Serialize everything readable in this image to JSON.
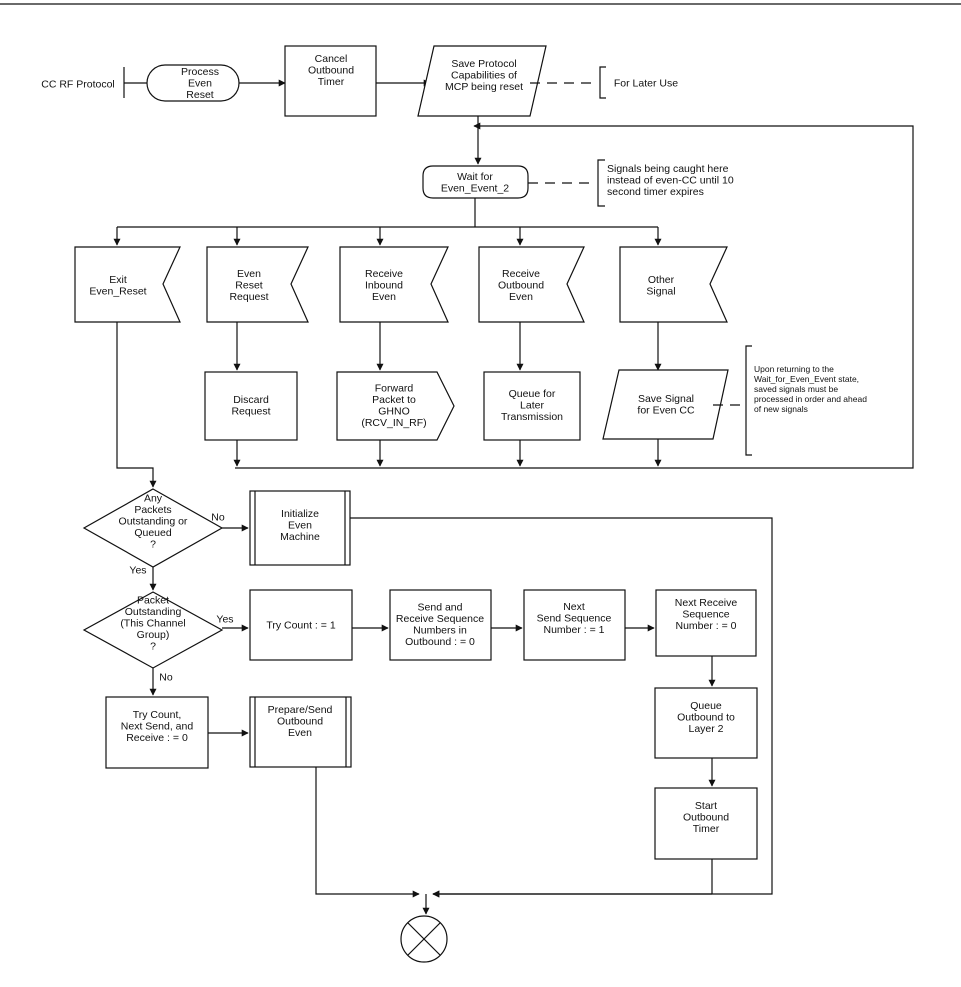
{
  "flowchart": {
    "start": {
      "entry": "CC RF Protocol",
      "process_reset": [
        "Process",
        "Even",
        "Reset"
      ],
      "cancel_timer": [
        "Cancel",
        "Outbound",
        "Timer"
      ],
      "save_capabilities": [
        "Save Protocol",
        "Capabilities of",
        "MCP being reset"
      ],
      "later_use_note": "For Later Use"
    },
    "wait_state": {
      "label": [
        "Wait for",
        "Even_Event_2"
      ],
      "note": [
        "Signals being caught here",
        "instead of even-CC until 10",
        "second timer expires"
      ]
    },
    "signals": {
      "exit": [
        "Exit",
        "Even_Reset"
      ],
      "reset_request": [
        "Even",
        "Reset",
        "Request"
      ],
      "receive_inbound": [
        "Receive",
        "Inbound",
        "Even"
      ],
      "receive_outbound": [
        "Receive",
        "Outbound",
        "Even"
      ],
      "other": [
        "Other",
        "Signal"
      ]
    },
    "handlers": {
      "discard": [
        "Discard",
        "Request"
      ],
      "forward": [
        "Forward",
        "Packet to",
        "GHNO",
        "(RCV_IN_RF)"
      ],
      "queue_later": [
        "Queue for",
        "Later",
        "Transmission"
      ],
      "save_signal": [
        "Save Signal",
        "for Even CC"
      ],
      "save_note": [
        "Upon returning to the",
        "Wait_for_Even_Event state,",
        "saved signals must be",
        "processed in order and ahead",
        "of new signals"
      ]
    },
    "decisions": {
      "any_packets": [
        "Any",
        "Packets",
        "Outstanding or",
        "Queued",
        "?"
      ],
      "packet_outstanding": [
        "Packet",
        "Outstanding",
        "(This Channel",
        "Group)",
        "?"
      ],
      "yes": "Yes",
      "no": "No"
    },
    "actions": {
      "initialize": [
        "Initialize",
        "Even",
        "Machine"
      ],
      "try_count_one": [
        "Try Count : = 1"
      ],
      "seq_numbers_zero": [
        "Send and",
        "Receive Sequence",
        "Numbers in",
        "Outbound : = 0"
      ],
      "next_send_one": [
        "Next",
        "Send Sequence",
        "Number : = 1"
      ],
      "next_receive_zero": [
        "Next Receive",
        "Sequence",
        "Number : = 0"
      ],
      "queue_layer2": [
        "Queue",
        "Outbound to",
        "Layer 2"
      ],
      "start_timer": [
        "Start",
        "Outbound",
        "Timer"
      ],
      "try_count_zero": [
        "Try Count,",
        "Next Send, and",
        "Receive : = 0"
      ],
      "prepare_send": [
        "Prepare/Send",
        "Outbound",
        "Even"
      ]
    }
  }
}
